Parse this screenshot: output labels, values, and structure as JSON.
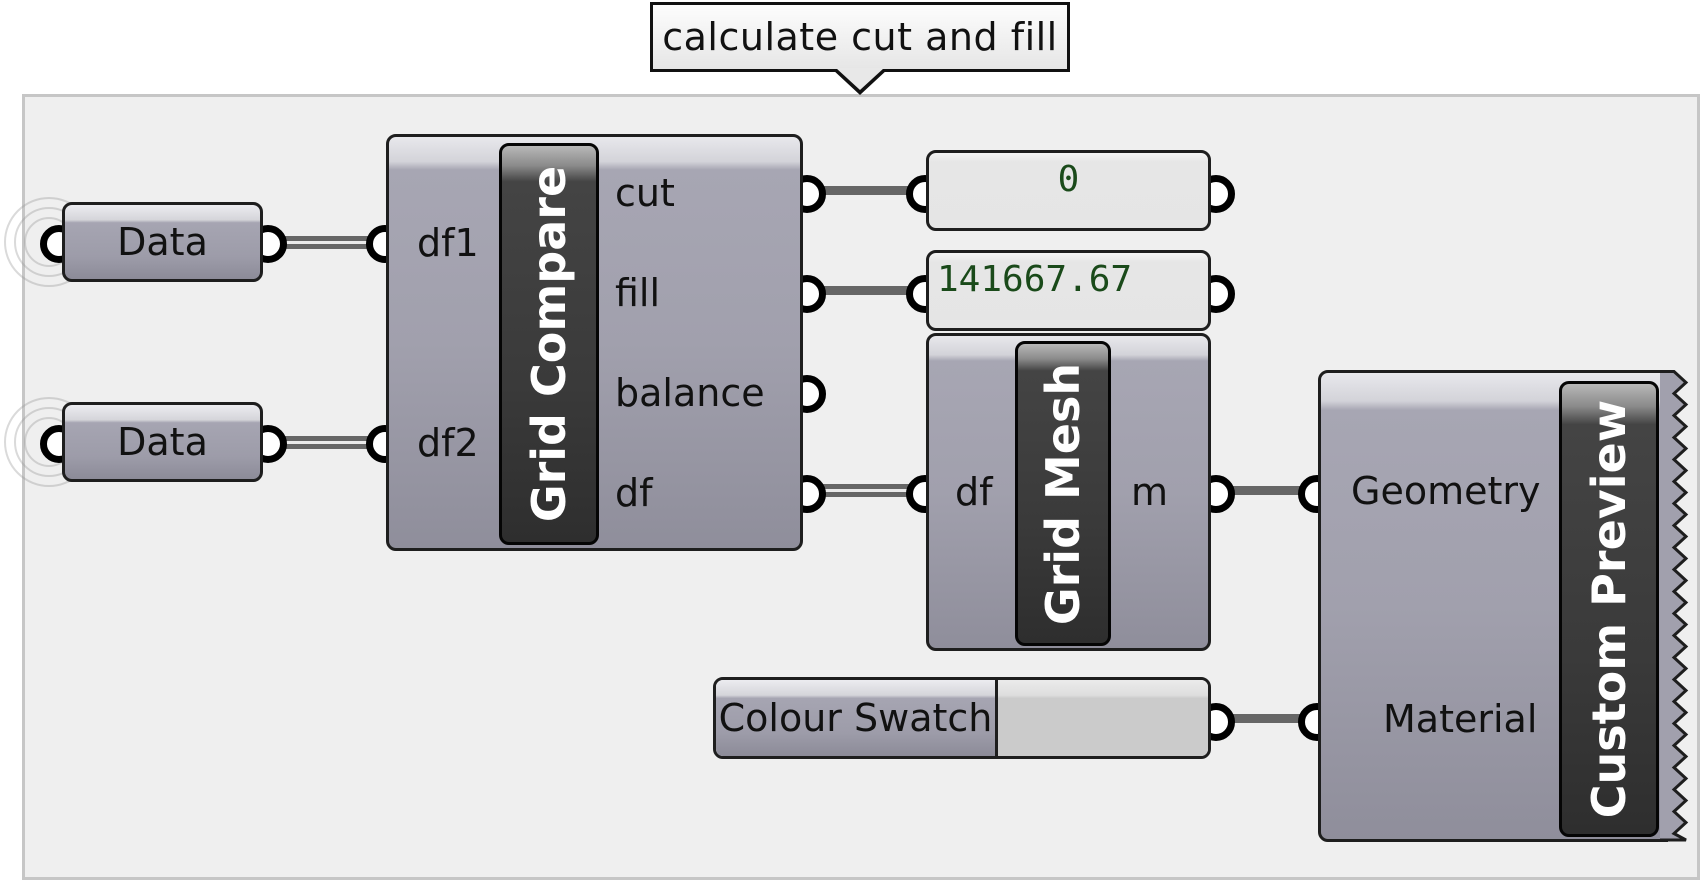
{
  "canvas": {
    "group_label": "calculate cut and fill"
  },
  "nodes": {
    "data_param_1": {
      "label": "Data"
    },
    "data_param_2": {
      "label": "Data"
    },
    "grid_compare": {
      "title": "Grid Compare",
      "inputs": [
        "df1",
        "df2"
      ],
      "outputs": [
        "cut",
        "fill",
        "balance",
        "df"
      ]
    },
    "panel_cut": {
      "value": "0"
    },
    "panel_fill": {
      "value": "141667.67"
    },
    "grid_mesh": {
      "title": "Grid Mesh",
      "inputs": [
        "df"
      ],
      "outputs": [
        "m"
      ]
    },
    "colour_swatch": {
      "label": "Colour Swatch",
      "color": "#cbcbcb"
    },
    "custom_preview": {
      "title": "Custom Preview",
      "inputs": [
        "Geometry",
        "Material"
      ]
    }
  },
  "colors": {
    "canvas_bg": "#efefef",
    "component_fill": "#a1a0ad",
    "nickname_bar": "#3a3a3a",
    "panel_text": "#1a4a1a",
    "wire": "#666666"
  }
}
